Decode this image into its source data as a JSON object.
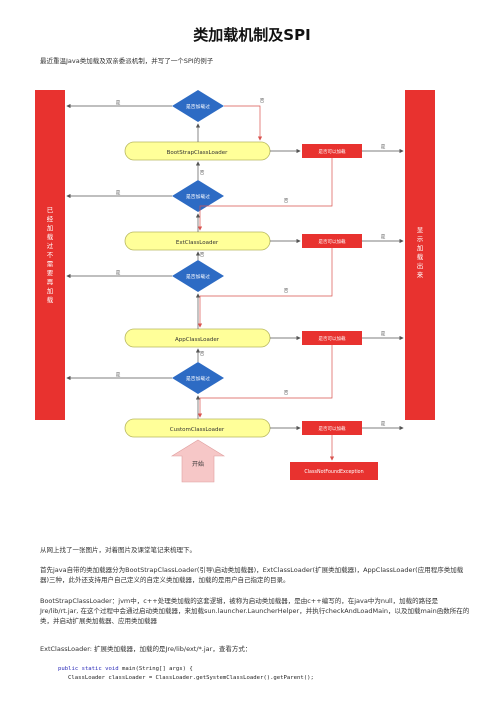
{
  "title": "类加载机制及SPI",
  "intro": "最近重温Java类加载及双亲委派机制，并写了一个SPI的例子",
  "diagram": {
    "left_bar": [
      "已",
      "经",
      "加",
      "载",
      "过",
      "不",
      "需",
      "要",
      "再",
      "加",
      "载"
    ],
    "right_bar": [
      "显",
      "示",
      "加",
      "载",
      "出",
      "来"
    ],
    "loaders": [
      "BootStrapClassLoader",
      "ExtClassLoader",
      "AppClassLoader",
      "CustomClassLoader"
    ],
    "decisions": [
      "是否加载过",
      "是否加载过",
      "是否加载过",
      "是否加载过"
    ],
    "load_boxes": [
      "是否可以加载",
      "是否可以加载",
      "是否可以加载",
      "是否可以加载"
    ],
    "exception": "ClassNotFoundException",
    "start": "开始",
    "yes": "是",
    "no": "否"
  },
  "paragraphs": {
    "p1": "从网上找了一张图片，对着图片及课堂笔记来梳理下。",
    "p2": "首先java自带的类加载器分为BootStrapClassLoader(引导\\启动类加载器)，ExtClassLoader(扩展类加载器)，AppClassLoader(应用程序类加载器)三种，此外还支持用户自己定义的自定义类加载器，加载的是用户自己指定的目录。",
    "p3": "BootStrapClassLoader：jvm中，c++处理类加载的这套逻辑，被称为启动类加载器，是由c++编写的，在java中为null，加载的路径是Jre/lib/rt.jar, 在这个过程中会通过启动类加载器，来加载sun.launcher.LauncherHelper，并执行checkAndLoadMain，以及加载main函数所在的类，并启动扩展类加载器、应用类加载器",
    "p4": "ExtClassLoader: 扩展类加载器，加载的是Jre/lib/ext/*.jar，查看方式："
  },
  "code": {
    "line1_kw": "public static void",
    "line1_rest": " main(String[] args) {",
    "line2": "ClassLoader classLoader = ClassLoader.getSystemClassLoader().getParent();"
  },
  "colors": {
    "loader_fill": "#ffff99",
    "decision_fill": "#2d6bc4",
    "load_box_fill": "#e8322f",
    "side_bar_fill": "#e8322f",
    "start_fill": "#f6c7c7",
    "arrow": "#555555",
    "arrow_red": "#d9534f"
  }
}
